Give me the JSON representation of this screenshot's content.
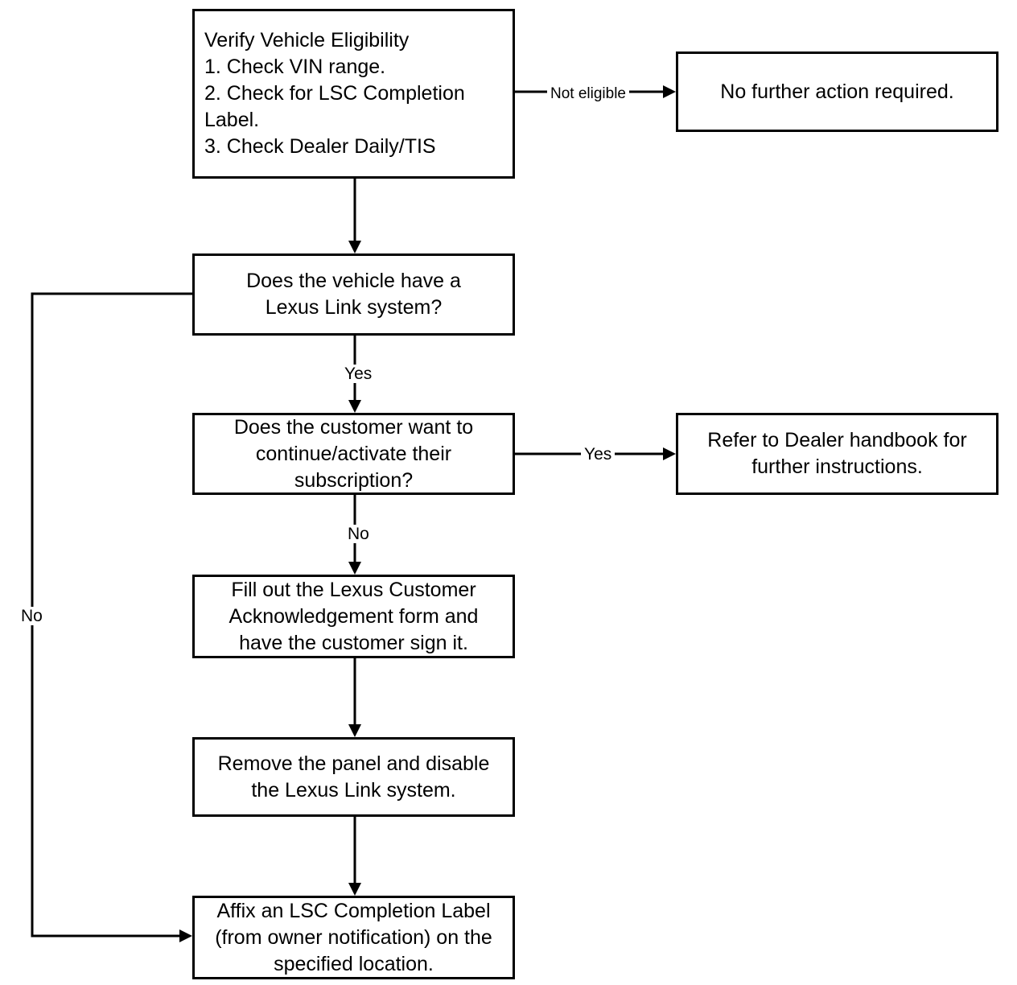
{
  "diagram": {
    "title": "Lexus Link LSC remedy procedure flowchart",
    "background_color": "#ffffff",
    "line_color": "#000000",
    "nodes": {
      "verify": "Verify Vehicle Eligibility\n1. Check VIN range.\n2. Check for LSC Completion\n     Label.\n3. Check Dealer Daily/TIS",
      "no_action": "No further action required.",
      "has_link": "Does the vehicle have a\nLexus Link system?",
      "wants_subscription": "Does the customer want to\ncontinue/activate their\nsubscription?",
      "refer_handbook": "Refer to Dealer handbook for\nfurther instructions.",
      "fill_form": "Fill out the Lexus Customer\nAcknowledgement form and\nhave the customer sign it.",
      "remove_panel": "Remove the panel and disable\nthe Lexus Link system.",
      "affix_label": "Affix an LSC Completion Label\n(from owner notification) on the\nspecified location."
    },
    "edge_labels": {
      "not_eligible": "Not eligible",
      "yes_has_link": "Yes",
      "yes_wants_subscription": "Yes",
      "no_wants_subscription": "No",
      "no_has_link": "No"
    }
  }
}
